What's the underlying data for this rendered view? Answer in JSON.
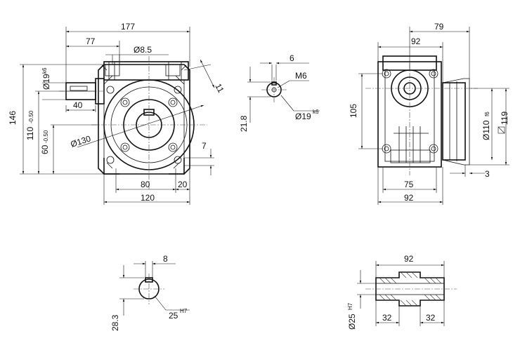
{
  "front_view": {
    "dims": {
      "d177": "177",
      "d77": "77",
      "d8_5": "Ø8.5",
      "d11": "11",
      "d19": "Ø19",
      "d19_tol": "k6",
      "d146": "146",
      "d110": "110",
      "d110_tol": "-0.50",
      "d60": "60",
      "d60_tol": "-0.50",
      "d40": "40",
      "d130": "Ø130",
      "d7": "7",
      "d80": "80",
      "d20": "20",
      "d120": "120"
    }
  },
  "shaft_detail": {
    "dims": {
      "d6": "6",
      "m6": "M6",
      "d21_8": "21.8",
      "d19": "Ø19",
      "d19_tol": "k6"
    }
  },
  "side_view": {
    "dims": {
      "d79": "79",
      "d92_top": "92",
      "d105": "105",
      "d110": "Ø110",
      "d110_tol": "f6",
      "d119": "119",
      "d3": "3",
      "d75": "75",
      "d92_bottom": "92"
    }
  },
  "bore_detail": {
    "dims": {
      "d8": "8",
      "d25": "25",
      "d25_tol": "H7",
      "d28_3": "28.3"
    }
  },
  "hollow_shaft": {
    "dims": {
      "d92": "92",
      "d25": "Ø25",
      "d25_tol": "H7",
      "d32_left": "32",
      "d32_right": "32"
    }
  }
}
